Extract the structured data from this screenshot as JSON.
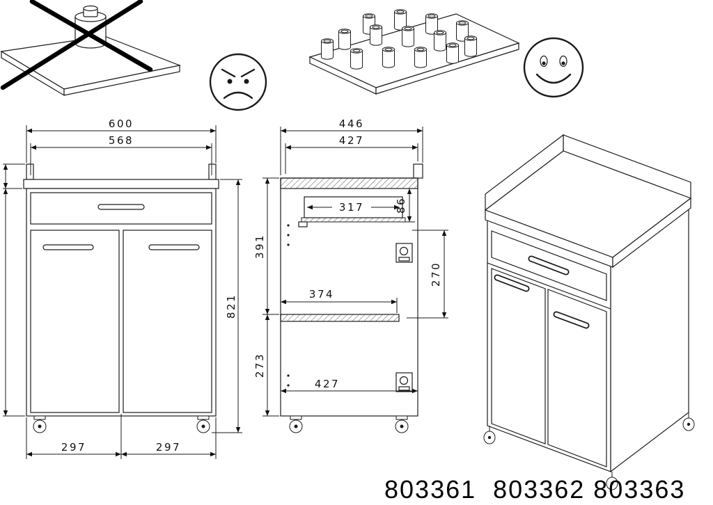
{
  "product_codes": "803361  803362 803363",
  "front_view": {
    "overall_width": "600",
    "inner_width": "568",
    "overall_height": "821",
    "left_door_width": "297",
    "right_door_width": "297"
  },
  "side_view": {
    "overall_depth": "446",
    "top_depth": "427",
    "drawer_depth": "317",
    "drawer_height": "86",
    "upper_height": "391",
    "shelf_depth": "374",
    "hinge_distance": "270",
    "lower_height": "273",
    "inner_depth": "427"
  }
}
